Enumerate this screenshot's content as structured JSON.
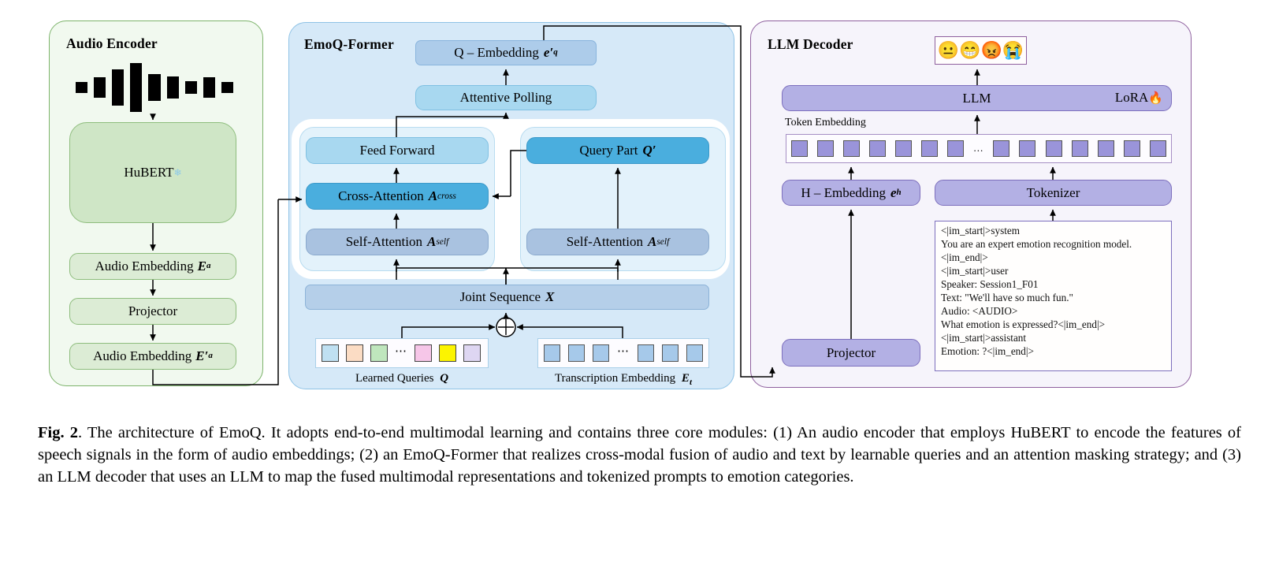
{
  "figure": {
    "caption_label": "Fig. 2",
    "caption_text": ". The architecture of EmoQ. It adopts end-to-end multimodal learning and contains three core modules: (1) An audio encoder that employs HuBERT to encode the features of speech signals in the form of audio embeddings; (2) an EmoQ-Former that realizes cross-modal fusion of audio and text by learnable queries and an attention masking strategy; and (3) an LLM decoder that uses an LLM to map the fused multimodal representations and tokenized prompts to emotion categories."
  },
  "audio_encoder": {
    "title": "Audio Encoder",
    "hubert": "HuBERT",
    "hubert_icon": "snowflake-icon",
    "audio_embedding": "Audio Embedding",
    "audio_embedding_sym": "E",
    "audio_embedding_sub": "a",
    "projector": "Projector",
    "audio_embedding2": "Audio Embedding",
    "audio_embedding2_sym": "E′",
    "audio_embedding2_sub": "a",
    "waveform_heights": [
      14,
      26,
      46,
      62,
      34,
      28,
      16,
      26,
      14
    ]
  },
  "emoq_former": {
    "title": "EmoQ-Former",
    "q_embedding": "Q – Embedding",
    "q_embedding_sym": "e′",
    "q_embedding_sub": "q",
    "attentive_polling": "Attentive Polling",
    "feed_forward": "Feed Forward",
    "cross_attention": "Cross-Attention",
    "cross_attention_sym": "A",
    "cross_attention_sub": "cross",
    "self_attention_left": "Self-Attention",
    "self_attention_left_sym": "A",
    "self_attention_left_sub": "self",
    "query_part": "Query Part",
    "query_part_sym": "Q′",
    "self_attention_right": "Self-Attention",
    "self_attention_right_sym": "A",
    "self_attention_right_sub": "self",
    "joint_sequence": "Joint Sequence",
    "joint_sequence_sym": "X",
    "plus_icon": "circled-plus-icon",
    "learned_queries_label": "Learned Queries",
    "learned_queries_sym": "Q",
    "learned_queries_colors": [
      "#bfe0f2",
      "#fbdcc4",
      "#bfe6bd",
      "...",
      "#f6c6e8",
      "#fcf400",
      "#ded6f2"
    ],
    "transcription_label": "Transcription Embedding",
    "transcription_sym": "E",
    "transcription_sub": "t",
    "transcription_tokens": [
      "sq",
      "sq",
      "sq",
      "...",
      "sq",
      "sq",
      "sq"
    ],
    "transcription_color": "#a6c9ea"
  },
  "llm_decoder": {
    "title": "LLM Decoder",
    "emotions": [
      "😐",
      "😁",
      "😡",
      "😭"
    ],
    "llm": "LLM",
    "lora": "LoRA",
    "lora_icon": "fire-icon",
    "token_embedding_label": "Token Embedding",
    "token_count_left": 7,
    "token_count_right": 7,
    "token_ellipsis": "...",
    "token_color": "#9a94da",
    "h_embedding": "H – Embedding",
    "h_embedding_sym": "e",
    "h_embedding_sub": "h",
    "tokenizer": "Tokenizer",
    "projector": "Projector",
    "prompt": "<|im_start|>system\nYou are an expert emotion recognition model.\n<|im_end|>\n<|im_start|>user\nSpeaker: Session1_F01\nText: \"We'll have so much fun.\"\nAudio: <AUDIO>\nWhat emotion is expressed?<|im_end|>\n<|im_start|>assistant\nEmotion: ?<|im_end|>"
  },
  "colors": {
    "green_border": "#7cb36a",
    "green_fill": "#f1f9ef",
    "blue_panel": "#d6e9f8",
    "blue_border": "#8fc3e6",
    "purple_border": "#8e5f9e",
    "purple_fill": "#f6f4fb",
    "deep_blue": "#4aaede",
    "purple_box": "#b3b0e4"
  }
}
